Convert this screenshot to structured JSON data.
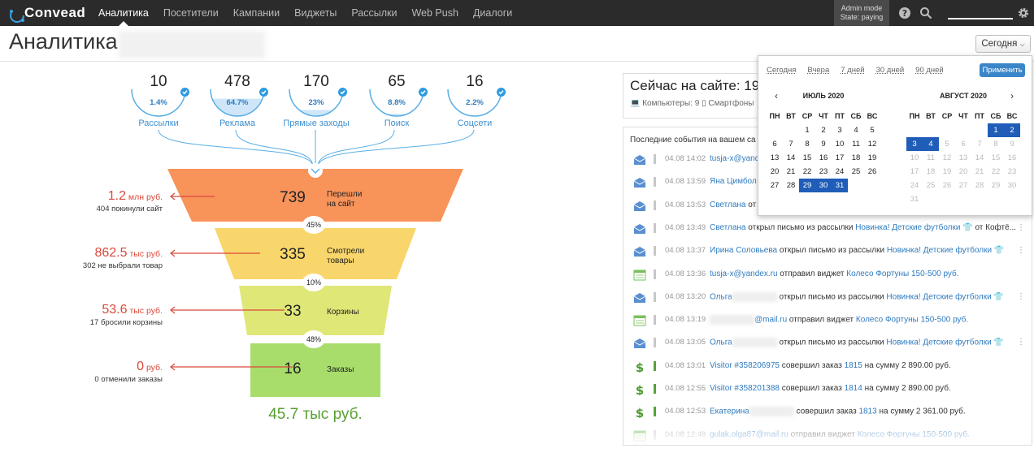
{
  "nav": {
    "logo": "Convead",
    "items": [
      "Аналитика",
      "Посетители",
      "Кампании",
      "Виджеты",
      "Рассылки",
      "Web Push",
      "Диалоги"
    ],
    "active_index": 0,
    "admin_line1": "Admin mode",
    "admin_line2": "State: paying"
  },
  "header": {
    "title": "Аналитика",
    "date_button": "Сегодня"
  },
  "sources": [
    {
      "value": "10",
      "percent": "1.4%",
      "label": "Рассылки",
      "fill": 0.014
    },
    {
      "value": "478",
      "percent": "64.7%",
      "label": "Реклама",
      "fill": 0.647
    },
    {
      "value": "170",
      "percent": "23%",
      "label": "Прямые заходы",
      "fill": 0.23
    },
    {
      "value": "65",
      "percent": "8.8%",
      "label": "Поиск",
      "fill": 0.088
    },
    {
      "value": "16",
      "percent": "2.2%",
      "label": "Соцсети",
      "fill": 0.022
    }
  ],
  "funnel": {
    "stages": [
      {
        "value": "739",
        "label_l1": "Перешли",
        "label_l2": "на сайт",
        "color": "#f8935a"
      },
      {
        "value": "335",
        "label_l1": "Смотрели",
        "label_l2": "товары",
        "color": "#f9d66b"
      },
      {
        "value": "33",
        "label_l1": "Корзины",
        "label_l2": "",
        "color": "#dfe777"
      },
      {
        "value": "16",
        "label_l1": "Заказы",
        "label_l2": "",
        "color": "#a8dd6c"
      }
    ],
    "conversions": [
      "45%",
      "10%",
      "48%"
    ],
    "total": "45.7 тыс руб.",
    "losses": [
      {
        "value": "1.2",
        "unit": "млн руб.",
        "note": "404 покинули сайт"
      },
      {
        "value": "862.5",
        "unit": "тыс руб.",
        "note": "302 не выбрали товар"
      },
      {
        "value": "53.6",
        "unit": "тыс руб.",
        "note": "17 бросили корзины"
      },
      {
        "value": "0",
        "unit": "руб.",
        "note": "0 отменили заказы"
      }
    ]
  },
  "now": {
    "title": "Сейчас на сайте: 19",
    "computers": "Компьютеры: 9",
    "phones": "Смартфоны"
  },
  "events": {
    "title": "Последние события на вашем са",
    "rows": [
      {
        "icon": "email",
        "time": "04.08 14:02",
        "who": "tusja-x@yand",
        "action": "",
        "target": "",
        "extra": ""
      },
      {
        "icon": "email",
        "time": "04.08 13:59",
        "who": "Яна Цимбол",
        "action": "",
        "target": "",
        "extra": ""
      },
      {
        "icon": "email",
        "time": "04.08 13:53",
        "who": "Светлана",
        "action": "от",
        "target": "",
        "extra": ""
      },
      {
        "icon": "email",
        "time": "04.08 13:49",
        "who": "Светлана",
        "action": "открыл письмо из рассылки",
        "target": "Новинка! Детские футболки",
        "extra": "от Кофтё..."
      },
      {
        "icon": "email",
        "time": "04.08 13:37",
        "who": "Ирина Соловьева",
        "action": "открыл письмо из рассылки",
        "target": "Новинка! Детские футболки",
        "extra": ""
      },
      {
        "icon": "widget",
        "time": "04.08 13:36",
        "who": "tusja-x@yandex.ru",
        "action": "отправил виджет",
        "target": "Колесо Фортуны 150-500 руб.",
        "extra": ""
      },
      {
        "icon": "email",
        "time": "04.08 13:20",
        "who": "Ольга",
        "action": "открыл письмо из рассылки",
        "target": "Новинка! Детские футболки",
        "extra": ""
      },
      {
        "icon": "widget",
        "time": "04.08 13:19",
        "who": "@mail.ru",
        "action": "отправил виджет",
        "target": "Колесо Фортуны 150-500 руб.",
        "extra": ""
      },
      {
        "icon": "email",
        "time": "04.08 13:05",
        "who": "Ольга",
        "action": "открыл письмо из рассылки",
        "target": "Новинка! Детские футболки",
        "extra": ""
      },
      {
        "icon": "order",
        "time": "04.08 13:01",
        "who": "Visitor #358206975",
        "action": "совершил заказ",
        "target": "1815",
        "extra": "на сумму 2 890.00 руб."
      },
      {
        "icon": "order",
        "time": "04.08 12:55",
        "who": "Visitor #358201388",
        "action": "совершил заказ",
        "target": "1814",
        "extra": "на сумму 2 890.00 руб."
      },
      {
        "icon": "order",
        "time": "04.08 12:53",
        "who": "Екатерина",
        "action": "совершил заказ",
        "target": "1813",
        "extra": "на сумму 2 361.00 руб."
      },
      {
        "icon": "widget",
        "time": "04.08 12:48",
        "who": "gulak.olga87@mail.ru",
        "action": "отправил виджет",
        "target": "Колесо Фортуны 150-500 руб.",
        "extra": ""
      }
    ]
  },
  "calendar": {
    "presets": [
      "Сегодня",
      "Вчера",
      "7 дней",
      "30 дней",
      "90 дней"
    ],
    "apply": "Применить",
    "weekdays": [
      "ПН",
      "ВТ",
      "СР",
      "ЧТ",
      "ПТ",
      "СБ",
      "ВС"
    ],
    "months": [
      {
        "name": "ИЮЛЬ 2020",
        "nav": "‹",
        "offset": 2,
        "days": 31,
        "selected": [
          29,
          30,
          31
        ],
        "disabled_from": 99,
        "trail": []
      },
      {
        "name": "АВГУСТ 2020",
        "nav": "›",
        "offset": 5,
        "days": 31,
        "selected": [
          1,
          2,
          3,
          4
        ],
        "disabled_from": 5,
        "trail": []
      }
    ]
  }
}
